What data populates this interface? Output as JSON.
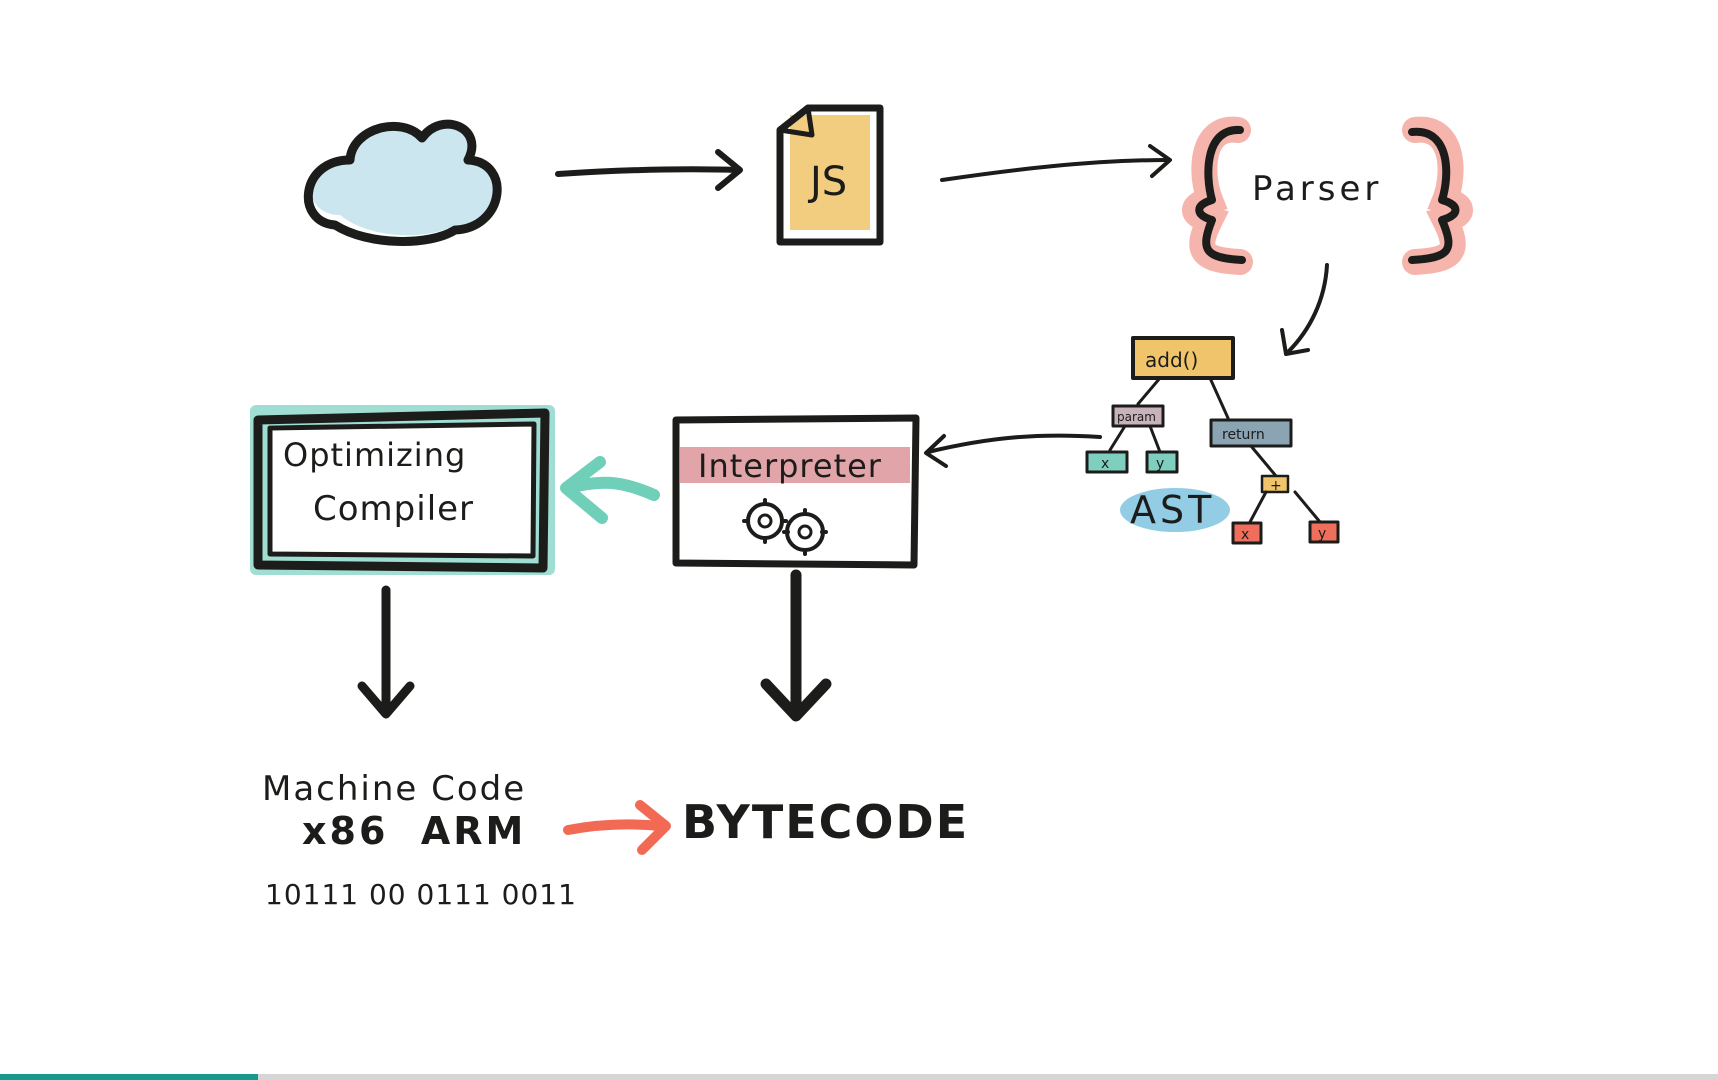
{
  "diagram": {
    "js_label": "JS",
    "parser_label": "Parser",
    "ast_root_label": "add()",
    "ast_param_label": "param",
    "ast_return_label": "return",
    "ast_leaf_x": "x",
    "ast_leaf_y": "y",
    "ast_plus_label": "+",
    "ast_label": "AST",
    "interpreter_label": "Interpreter",
    "optimizing_line1": "Optimizing",
    "optimizing_line2": "Compiler",
    "machine_code_label": "Machine Code",
    "arch_label": "x86  ARM",
    "binary_label": "10111 00 0111 0011",
    "bytecode_label": "BYTECODE"
  },
  "colors": {
    "cloud_fill": "#bfe0ec",
    "js_fill": "#f0c46a",
    "parser_brace": "#f2a397",
    "ast_root": "#f0c46a",
    "ast_param": "#c8b3bd",
    "ast_return": "#8aa4b4",
    "ast_leaf_teal": "#7fcfc0",
    "ast_leaf_red": "#ef6f5c",
    "ast_blob": "#7fc3e0",
    "interpreter_band": "#d98f93",
    "compiler_glow": "#8fd8cb",
    "teal_arrow": "#6fcfb9",
    "red_arrow": "#f26a54",
    "progress": "#16988a"
  },
  "progress": {
    "fraction": 0.15
  }
}
